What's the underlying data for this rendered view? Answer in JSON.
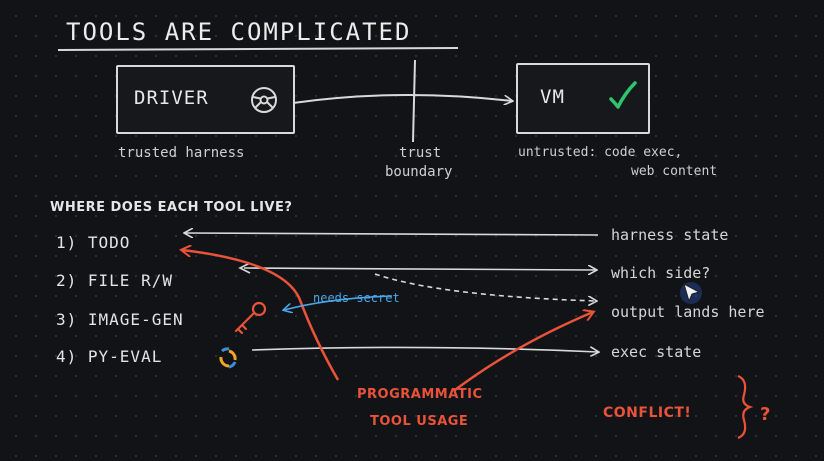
{
  "title": "TOOLS ARE COMPLICATED",
  "driver": {
    "label": "DRIVER",
    "caption": "trusted harness"
  },
  "boundary": {
    "line1": "trust",
    "line2": "boundary"
  },
  "vm": {
    "label": "VM",
    "caption1": "untrusted: code exec,",
    "caption2": "web content"
  },
  "question": "WHERE DOES EACH TOOL LIVE?",
  "tools": [
    "1) TODO",
    "2) FILE R/W",
    "3) IMAGE-GEN",
    "4) PY-EVAL"
  ],
  "right_labels": [
    "harness state",
    "which side?",
    "output lands here",
    "exec state"
  ],
  "annotations": {
    "needs_secret": "needs secret",
    "programmatic_line1": "PROGRAMMATIC",
    "programmatic_line2": "TOOL USAGE",
    "conflict": "CONFLICT!",
    "question_mark": "?"
  },
  "colors": {
    "red": "#e8533a",
    "blue": "#4aa6e8",
    "green": "#2fc46b",
    "orange": "#f5a623",
    "fg": "#d9d9d9"
  },
  "icons": [
    "steering-wheel-icon",
    "checkmark-icon",
    "key-icon",
    "python-logo-icon",
    "cursor-icon"
  ]
}
